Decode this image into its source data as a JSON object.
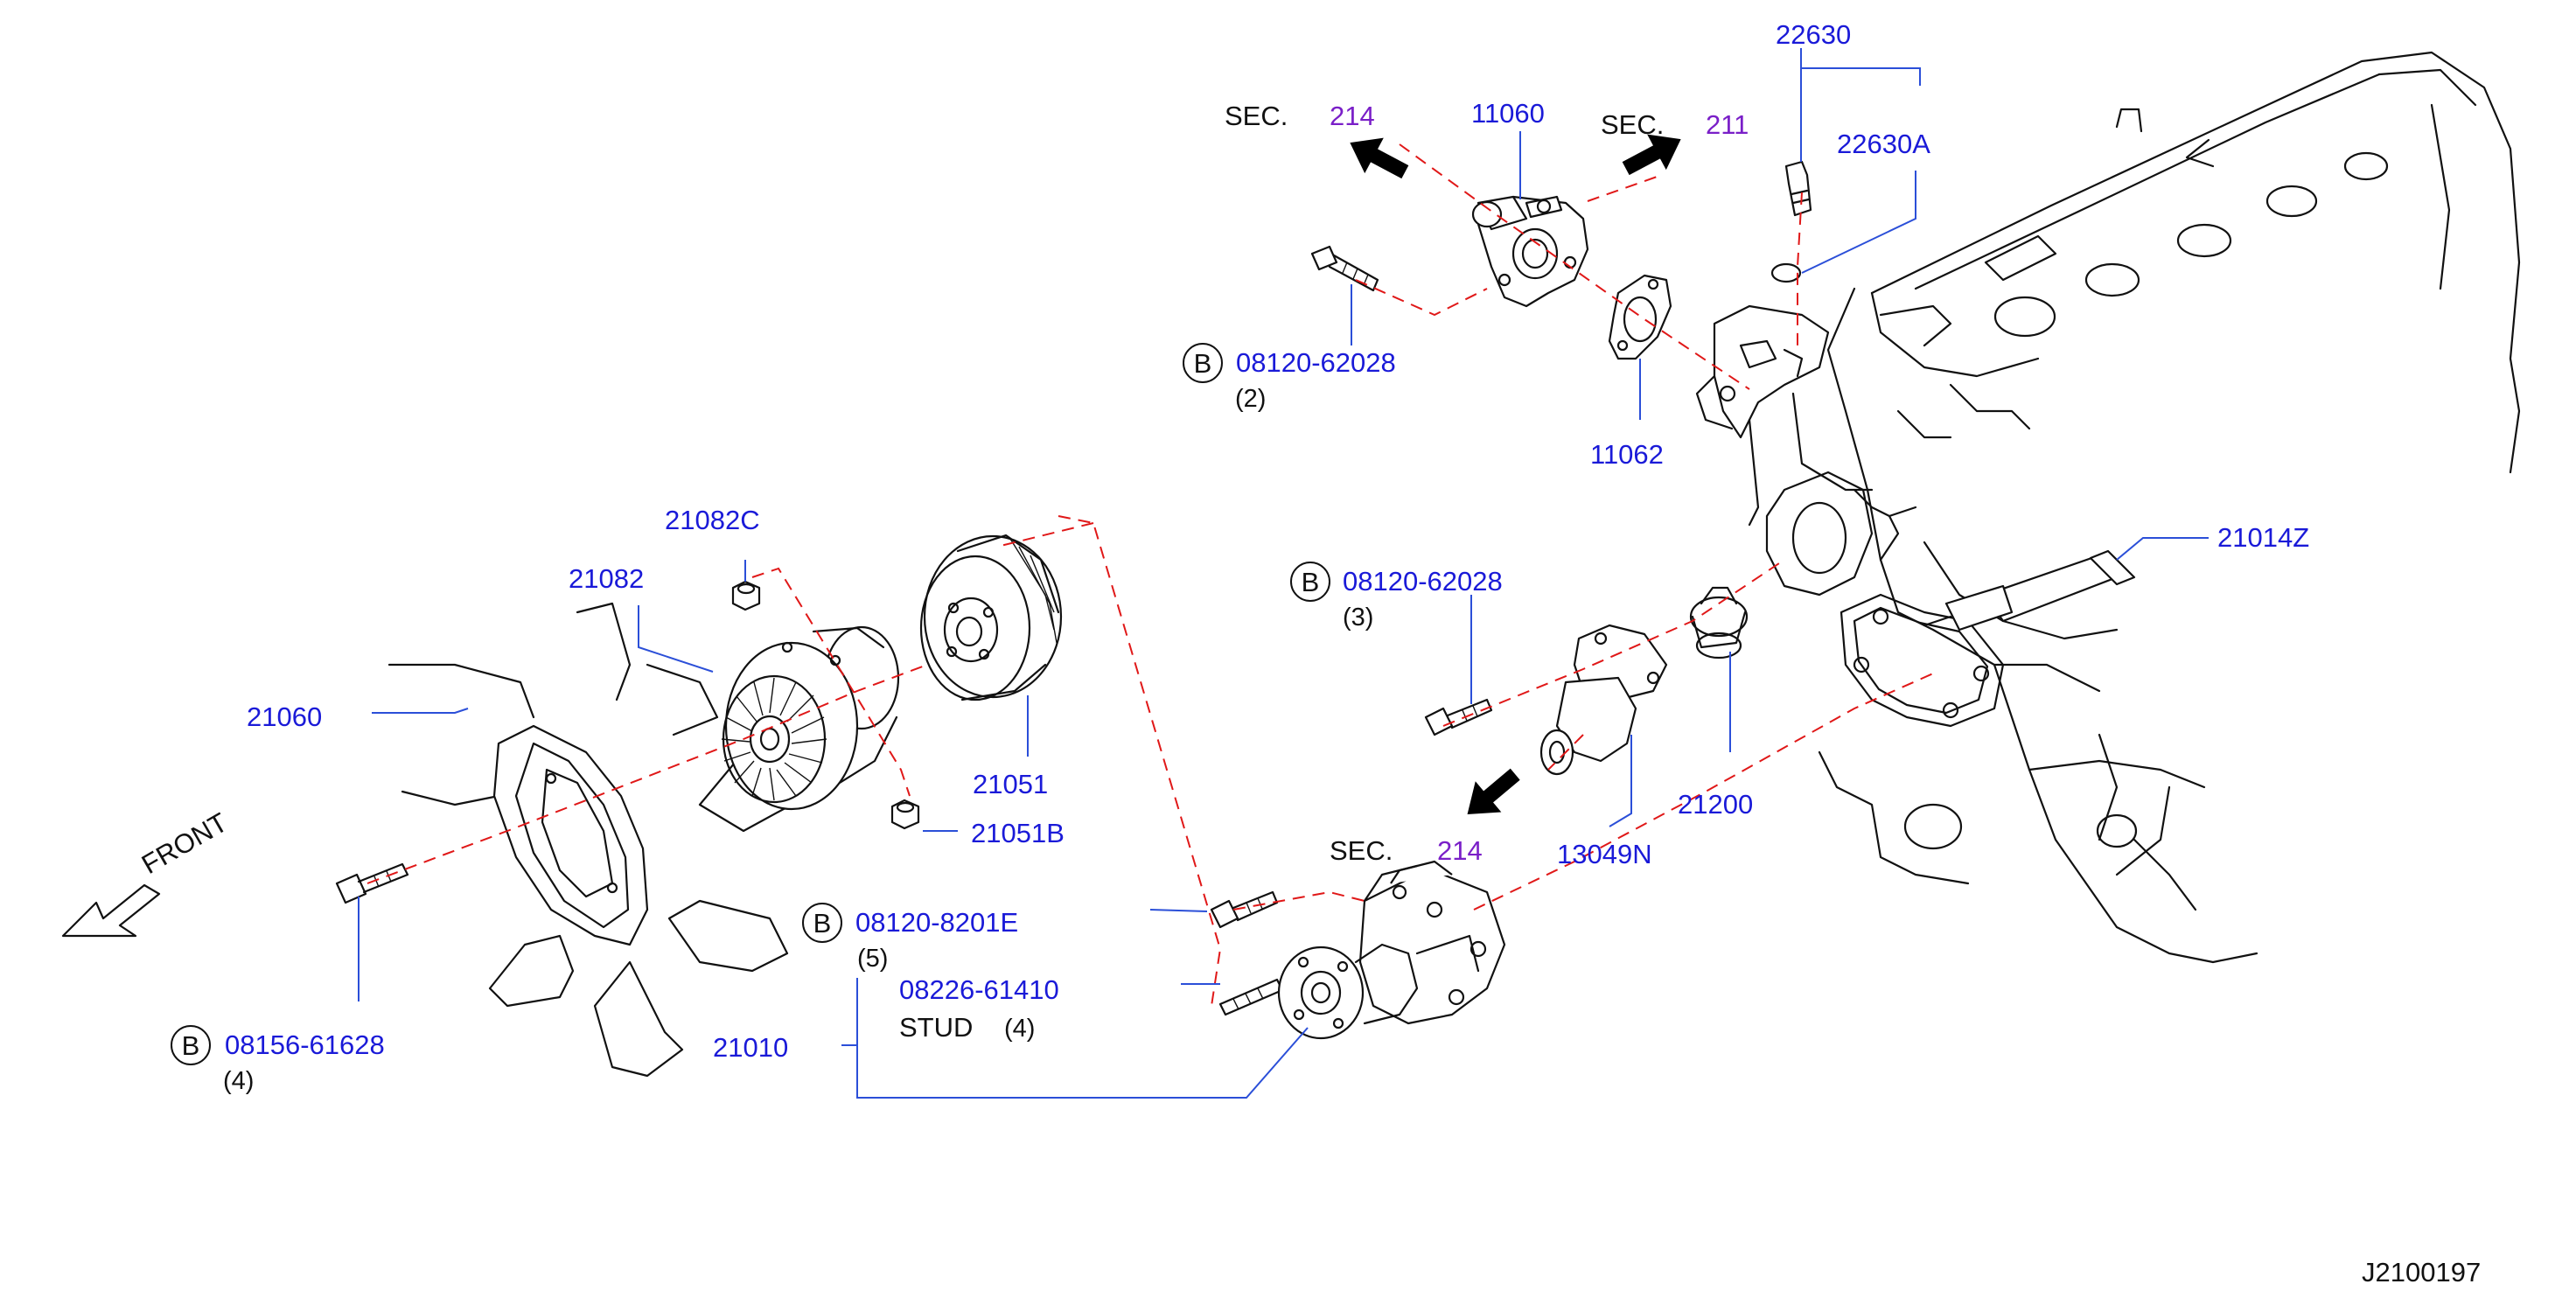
{
  "diagram": {
    "code": "J2100197",
    "front_label": "FRONT",
    "bolt_marker": "B",
    "sec_word": "SEC.",
    "stud_word": "STUD",
    "parts": {
      "p22630": "22630",
      "p22630A": "22630A",
      "p11060": "11060",
      "p11062": "11062",
      "p21014Z": "21014Z",
      "p21082C": "21082C",
      "p21082": "21082",
      "p21060": "21060",
      "p21051": "21051",
      "p21051B": "21051B",
      "p21200": "21200",
      "p13049N": "13049N",
      "p21010": "21010"
    },
    "bolts": {
      "top": {
        "number": "08120-62028",
        "qty": "(2)"
      },
      "mid": {
        "number": "08120-62028",
        "qty": "(3)"
      },
      "pump": {
        "number": "08120-8201E",
        "qty": "(5)"
      },
      "fan": {
        "number": "08156-61628",
        "qty": "(4)"
      }
    },
    "stud": {
      "number": "08226-61410",
      "qty": "(4)"
    },
    "sections": {
      "top_left": "214",
      "top_right": "211",
      "lower": "214"
    },
    "colors": {
      "part_number": "#1a1ad8",
      "section_ref": "#7a1fc8",
      "centerline": "#e01818",
      "leader": "#2b4fd8"
    }
  }
}
